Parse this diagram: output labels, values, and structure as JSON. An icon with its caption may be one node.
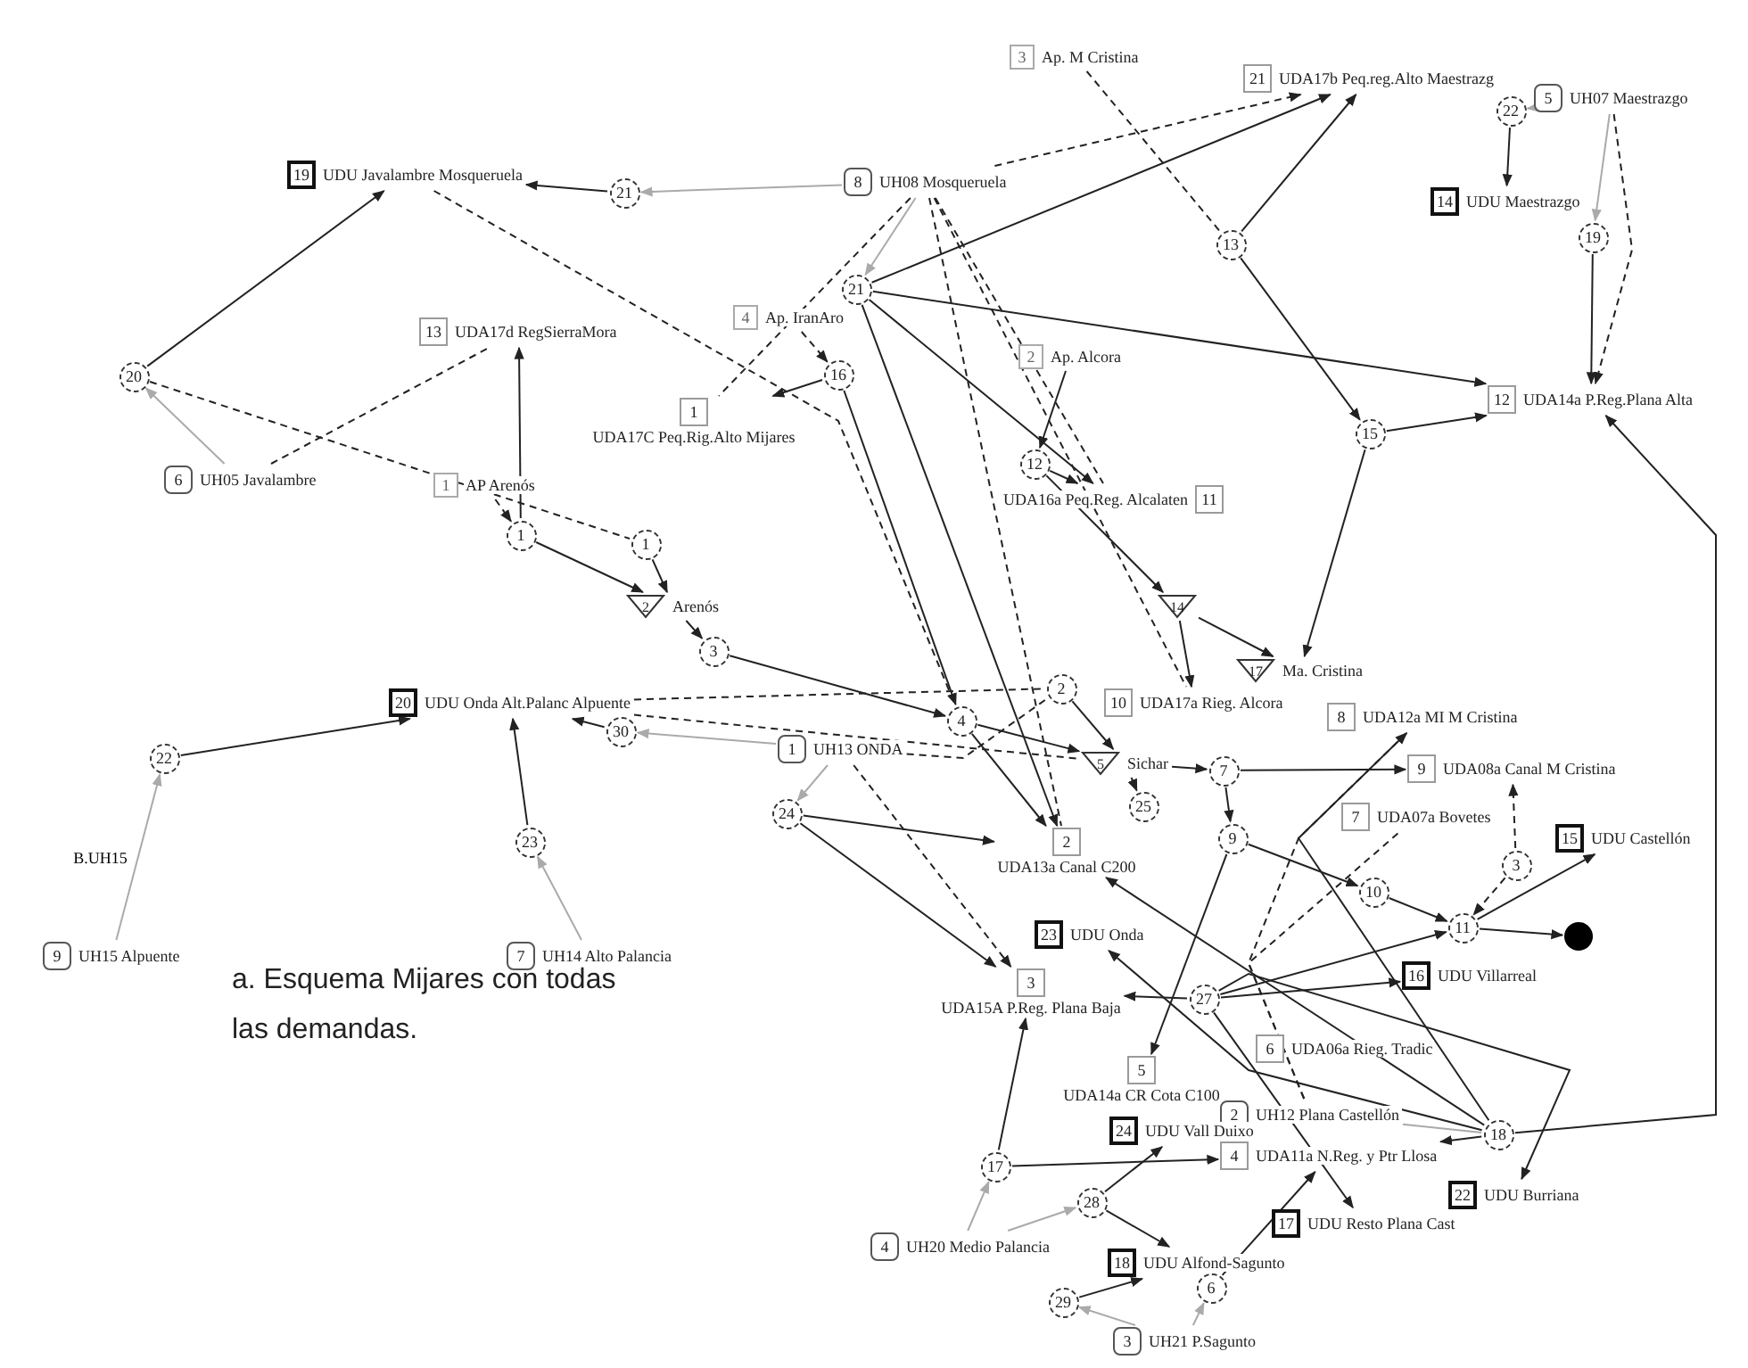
{
  "diagram": {
    "caption": "a. Esquema Mijares con todas las demandas.",
    "nodes": [
      {
        "text": [
          "3",
          "Ap. M Cristina"
        ]
      },
      {
        "text": [
          "21",
          "UDA17b Peq.reg.Alto Maestrazg"
        ]
      },
      {
        "text": [
          "5",
          "UH07 Maestrazgo"
        ]
      },
      {
        "text": [
          "22"
        ]
      },
      {
        "text": [
          "14",
          "UDU Maestrazgo"
        ]
      },
      {
        "text": [
          "19",
          "UDU Javalambre Mosqueruela"
        ]
      },
      {
        "text": [
          "21"
        ]
      },
      {
        "text": [
          "8",
          "UH08 Mosqueruela"
        ]
      },
      {
        "text": [
          "21"
        ]
      },
      {
        "text": [
          "19"
        ]
      },
      {
        "text": [
          "13"
        ]
      },
      {
        "text": [
          "4",
          "Ap. IranAro"
        ]
      },
      {
        "text": [
          "16"
        ]
      },
      {
        "text": [
          "1",
          "UDA17C Peq.Rig.Alto Mijares"
        ]
      },
      {
        "text": [
          "2",
          "Ap. Alcora"
        ]
      },
      {
        "text": [
          "12"
        ]
      },
      {
        "text": [
          "UDA16a Peq.Reg. Alcalaten",
          "11"
        ]
      },
      {
        "text": [
          "13",
          "UDA17d RegSierraMora"
        ]
      },
      {
        "text": [
          "15"
        ]
      },
      {
        "text": [
          "12",
          "UDA14a P.Reg.Plana Alta"
        ]
      },
      {
        "text": [
          "20"
        ]
      },
      {
        "text": [
          "6",
          "UH05 Javalambre"
        ]
      },
      {
        "text": [
          "1",
          "AP Arenós"
        ]
      },
      {
        "text": [
          "1"
        ]
      },
      {
        "text": [
          "1"
        ]
      },
      {
        "text": [
          "2",
          "Arenós"
        ]
      },
      {
        "text": [
          "3"
        ]
      },
      {
        "text": [
          "14"
        ]
      },
      {
        "text": [
          "17",
          "Ma. Cristina"
        ]
      },
      {
        "text": [
          "10",
          "UDA17a Rieg. Alcora"
        ]
      },
      {
        "text": [
          "20",
          "UDU Onda Alt.Palanc Alpuente"
        ]
      },
      {
        "text": [
          "30"
        ]
      },
      {
        "text": [
          "22"
        ]
      },
      {
        "text": [
          "2"
        ]
      },
      {
        "text": [
          "4"
        ]
      },
      {
        "text": [
          "1",
          "UH13 ONDA"
        ]
      },
      {
        "text": [
          "5",
          "Sichar"
        ]
      },
      {
        "text": [
          "7"
        ]
      },
      {
        "text": [
          "8",
          "UDA12a MI M Cristina"
        ]
      },
      {
        "text": [
          "9",
          "UDA08a Canal M Cristina"
        ]
      },
      {
        "text": [
          "25"
        ]
      },
      {
        "text": [
          "24"
        ]
      },
      {
        "text": [
          "23"
        ]
      },
      {
        "text": [
          "9"
        ]
      },
      {
        "text": [
          "7",
          "UDA07a Bovetes"
        ]
      },
      {
        "text": [
          "10"
        ]
      },
      {
        "text": [
          "3"
        ]
      },
      {
        "text": [
          "2",
          "UDA13a Canal C200"
        ]
      },
      {
        "text": [
          "15",
          "UDU Castellón"
        ]
      },
      {
        "text": [
          "11"
        ]
      },
      {
        "text": [
          "23",
          "UDU Onda"
        ]
      },
      {
        "text": [
          "5",
          "UDA14a CR Cota C100"
        ]
      },
      {
        "text": [
          "16",
          "UDU Villarreal"
        ]
      },
      {
        "text": [
          "9",
          "UH15 Alpuente"
        ]
      },
      {
        "text": [
          "7",
          "UH14 Alto Palancia"
        ]
      },
      {
        "text": [
          "3",
          "UDA15A P.Reg. Plana Baja"
        ]
      },
      {
        "text": [
          "27"
        ]
      },
      {
        "text": [
          "6",
          "UDA06a Rieg. Tradic"
        ]
      },
      {
        "text": [
          "22",
          "UDU Burriana"
        ]
      },
      {
        "text": [
          "2",
          "UH12 Plana Castellón"
        ]
      },
      {
        "text": [
          "18"
        ]
      },
      {
        "text": [
          "24",
          "UDU Vall Duixo"
        ]
      },
      {
        "text": [
          "17"
        ]
      },
      {
        "text": [
          "4",
          "UDA11a N.Reg. y Ptr Llosa"
        ]
      },
      {
        "text": [
          "28"
        ]
      },
      {
        "text": [
          "17",
          "UDU Resto Plana Cast"
        ]
      },
      {
        "text": [
          "4",
          "UH20 Medio Palancia"
        ]
      },
      {
        "text": [
          "18",
          "UDU Alfond-Sagunto"
        ]
      },
      {
        "text": [
          "29"
        ]
      },
      {
        "text": [
          "6"
        ]
      },
      {
        "text": [
          "3",
          "UH21 P.Sagunto"
        ]
      },
      {
        "text": [],
        "shape": "circle"
      }
    ],
    "edges": [
      {
        "from": 7,
        "to": 6,
        "arrow": "to",
        "color": "#aaaaaa"
      },
      {
        "from": 7,
        "to": 8,
        "arrow": "to",
        "color": "#aaaaaa"
      },
      {
        "from": 2,
        "to": 3,
        "arrow": "to",
        "color": "#aaaaaa"
      },
      {
        "from": 2,
        "to": 9,
        "arrow": "to",
        "color": "#aaaaaa"
      },
      {
        "from": 21,
        "to": 20,
        "arrow": "to",
        "color": "#aaaaaa"
      },
      {
        "from": 53,
        "to": 32,
        "arrow": "to",
        "color": "#aaaaaa",
        "label": "B.UH15"
      },
      {
        "from": 54,
        "to": 42,
        "arrow": "to",
        "color": "#aaaaaa"
      },
      {
        "from": 35,
        "to": 31,
        "arrow": "to",
        "color": "#aaaaaa"
      },
      {
        "from": 35,
        "to": 41,
        "arrow": "to",
        "color": "#aaaaaa"
      },
      {
        "from": 66,
        "to": 62,
        "arrow": "to",
        "color": "#aaaaaa"
      },
      {
        "from": 66,
        "to": 64,
        "arrow": "to",
        "color": "#aaaaaa"
      },
      {
        "from": 70,
        "to": 68,
        "arrow": "to",
        "color": "#aaaaaa"
      },
      {
        "from": 70,
        "to": 69,
        "arrow": "to",
        "color": "#aaaaaa"
      },
      {
        "from": 59,
        "to": 60,
        "arrow": "none",
        "color": "#aaaaaa"
      },
      {
        "from": 6,
        "to": 5,
        "arrow": "to"
      },
      {
        "from": 20,
        "to": 5,
        "arrow": "to"
      },
      {
        "from": 3,
        "to": 4,
        "arrow": "to"
      },
      {
        "from": 9,
        "to": 19,
        "arrow": "to"
      },
      {
        "from": 8,
        "to": 1,
        "arrow": "to"
      },
      {
        "from": 8,
        "to": 19,
        "arrow": "to"
      },
      {
        "from": 8,
        "to": 16,
        "arrow": "to"
      },
      {
        "from": 8,
        "to": 47,
        "arrow": "to"
      },
      {
        "from": 10,
        "to": 1,
        "arrow": "to"
      },
      {
        "from": 10,
        "to": 18,
        "arrow": "to"
      },
      {
        "from": 18,
        "to": 19,
        "arrow": "to"
      },
      {
        "from": 18,
        "to": 28,
        "arrow": "to"
      },
      {
        "from": 11,
        "to": 12,
        "arrow": "to",
        "style": "dashed"
      },
      {
        "from": 12,
        "to": 13,
        "arrow": "to"
      },
      {
        "from": 12,
        "to": 34,
        "arrow": "to"
      },
      {
        "from": 14,
        "to": 15,
        "arrow": "to"
      },
      {
        "from": 15,
        "to": 16,
        "arrow": "to"
      },
      {
        "from": 15,
        "to": 27,
        "arrow": "to"
      },
      {
        "from": 22,
        "to": 23,
        "arrow": "to",
        "style": "dashed"
      },
      {
        "from": 23,
        "to": 17,
        "arrow": "to"
      },
      {
        "from": 23,
        "to": 25,
        "arrow": "to"
      },
      {
        "from": 24,
        "to": 25,
        "arrow": "to"
      },
      {
        "from": 25,
        "to": 26,
        "arrow": "to"
      },
      {
        "from": 26,
        "to": 34,
        "arrow": "to"
      },
      {
        "from": 27,
        "to": 28,
        "arrow": "to"
      },
      {
        "from": 27,
        "to": 29,
        "arrow": "to"
      },
      {
        "from": 32,
        "to": 30,
        "arrow": "to"
      },
      {
        "from": 42,
        "to": 30,
        "arrow": "to"
      },
      {
        "from": 31,
        "to": 30,
        "arrow": "to"
      },
      {
        "from": 34,
        "to": 47,
        "arrow": "to"
      },
      {
        "from": 34,
        "to": 36,
        "arrow": "to"
      },
      {
        "from": 33,
        "to": 36,
        "arrow": "to"
      },
      {
        "from": 36,
        "to": 37,
        "arrow": "to"
      },
      {
        "from": 36,
        "to": 40,
        "arrow": "to"
      },
      {
        "from": 37,
        "to": 39,
        "arrow": "to"
      },
      {
        "from": 37,
        "to": 43,
        "arrow": "to"
      },
      {
        "from": 41,
        "to": 47,
        "arrow": "to"
      },
      {
        "from": 41,
        "to": 55,
        "arrow": "to"
      },
      {
        "from": 43,
        "to": 45,
        "arrow": "to"
      },
      {
        "from": 43,
        "to": 51,
        "arrow": "to"
      },
      {
        "from": 45,
        "to": 49,
        "arrow": "to"
      },
      {
        "from": 46,
        "to": 49,
        "arrow": "to",
        "style": "dashed"
      },
      {
        "from": 49,
        "to": 48,
        "arrow": "to"
      },
      {
        "from": 49,
        "to": 71,
        "arrow": "to"
      },
      {
        "from": 56,
        "to": 55,
        "arrow": "to"
      },
      {
        "from": 56,
        "to": 52,
        "arrow": "to"
      },
      {
        "from": 56,
        "to": 58,
        "arrow": "to"
      },
      {
        "from": 56,
        "to": 49,
        "arrow": "to"
      },
      {
        "from": 56,
        "to": 65,
        "arrow": "to"
      },
      {
        "from": 62,
        "to": 55,
        "arrow": "to"
      },
      {
        "from": 62,
        "to": 63,
        "arrow": "to"
      },
      {
        "from": 64,
        "to": 61,
        "arrow": "to"
      },
      {
        "from": 64,
        "to": 67,
        "arrow": "to"
      },
      {
        "from": 68,
        "to": 67,
        "arrow": "to"
      },
      {
        "from": 69,
        "to": 63,
        "arrow": "to"
      },
      {
        "from": 60,
        "to": 19,
        "arrow": "to"
      },
      {
        "from": 60,
        "to": 63,
        "arrow": "to"
      },
      {
        "from": 60,
        "to": 38,
        "arrow": "to"
      },
      {
        "from": 60,
        "to": 47,
        "arrow": "to"
      },
      {
        "from": 60,
        "to": 50,
        "arrow": "to"
      },
      {
        "from": 7,
        "to": 1,
        "arrow": "to",
        "style": "dashed"
      },
      {
        "from": 7,
        "to": 13,
        "arrow": "none",
        "style": "dashed"
      },
      {
        "from": 7,
        "to": 47,
        "arrow": "none",
        "style": "dashed"
      },
      {
        "from": 7,
        "to": 29,
        "arrow": "none",
        "style": "dashed"
      },
      {
        "from": 7,
        "to": 16,
        "arrow": "none",
        "style": "dashed"
      },
      {
        "from": 21,
        "to": 17,
        "arrow": "none",
        "style": "dashed"
      },
      {
        "from": 20,
        "to": 24,
        "arrow": "none",
        "style": "dashed"
      },
      {
        "from": 5,
        "to": 34,
        "arrow": "none",
        "style": "dashed"
      },
      {
        "from": 0,
        "to": 10,
        "arrow": "none",
        "style": "dashed"
      },
      {
        "from": 2,
        "to": 19,
        "arrow": "to",
        "style": "dashed"
      },
      {
        "from": 35,
        "to": 55,
        "arrow": "to",
        "style": "dashed"
      },
      {
        "from": 35,
        "to": 33,
        "arrow": "none",
        "style": "dashed"
      },
      {
        "from": 30,
        "to": 33,
        "arrow": "none",
        "style": "dashed"
      },
      {
        "from": 30,
        "to": 36,
        "arrow": "none",
        "style": "dashed"
      },
      {
        "from": 59,
        "to": 44,
        "arrow": "none",
        "style": "dashed"
      },
      {
        "from": 59,
        "to": 38,
        "arrow": "none",
        "style": "dashed"
      },
      {
        "from": 46,
        "to": 39,
        "arrow": "to",
        "style": "dashed"
      }
    ]
  }
}
